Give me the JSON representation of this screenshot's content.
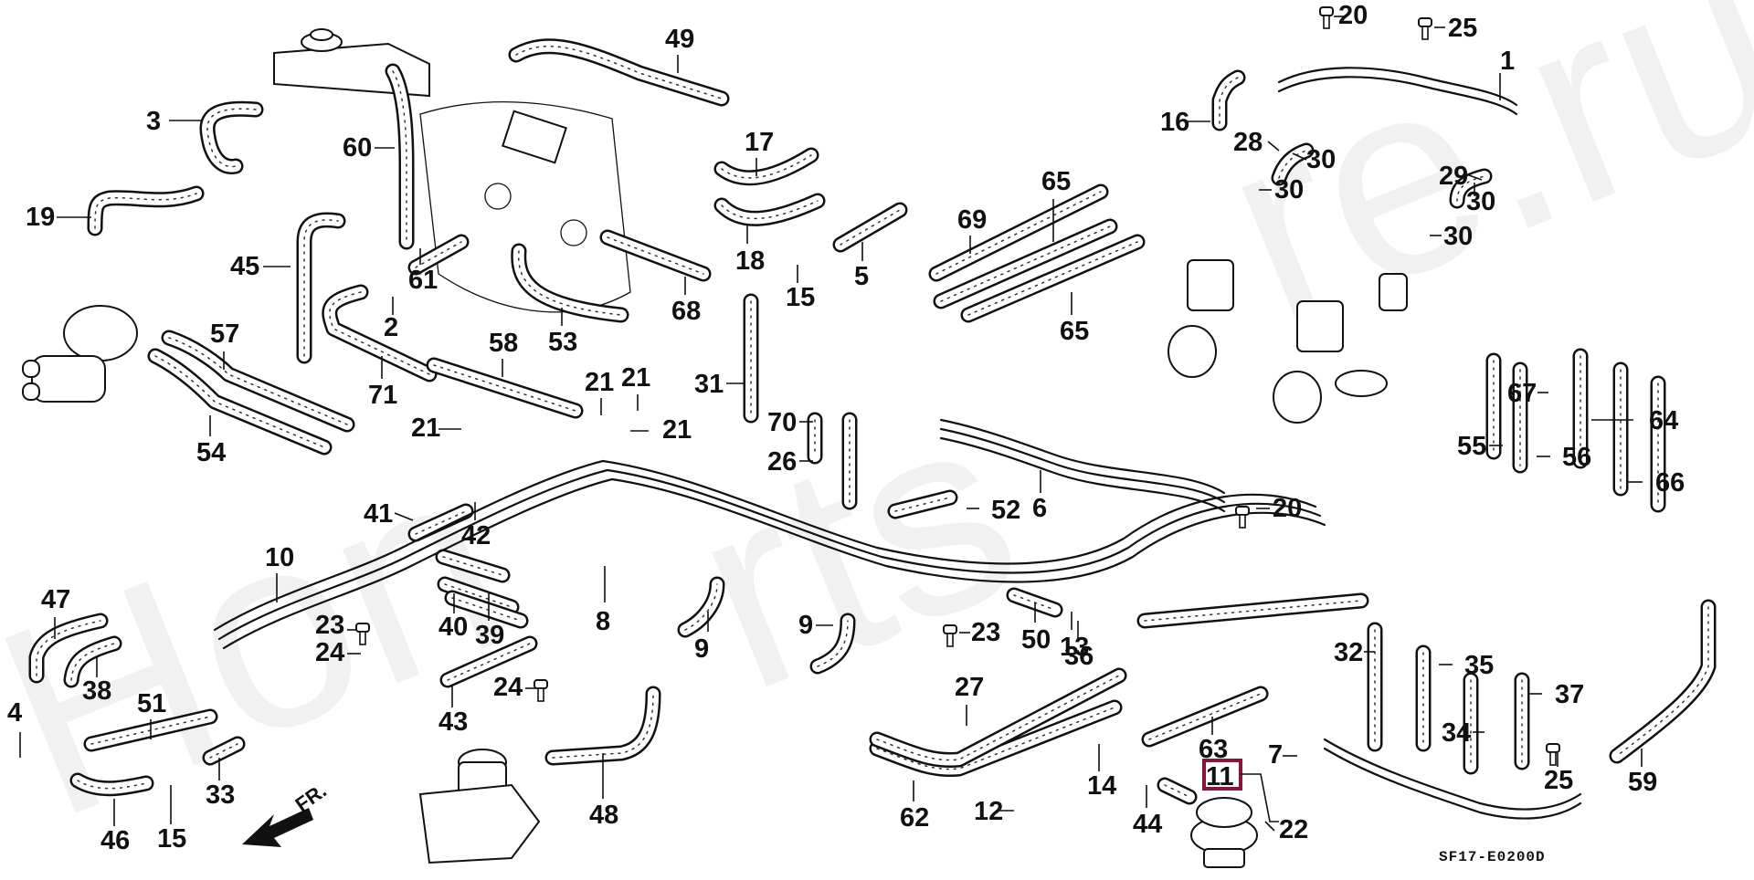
{
  "diagram": {
    "type": "parts-exploded-view",
    "drawing_code": "SF17-E0200D",
    "direction_indicator": "FR.",
    "watermark_fragments": [
      "Hon",
      "rts",
      "re.ru"
    ],
    "highlight_color": "#8b1538",
    "highlighted_part": "11",
    "callouts": [
      {
        "id": "1",
        "label": "1"
      },
      {
        "id": "2",
        "label": "2"
      },
      {
        "id": "3",
        "label": "3"
      },
      {
        "id": "4",
        "label": "4"
      },
      {
        "id": "5",
        "label": "5"
      },
      {
        "id": "6",
        "label": "6"
      },
      {
        "id": "7",
        "label": "7"
      },
      {
        "id": "8",
        "label": "8"
      },
      {
        "id": "9a",
        "label": "9"
      },
      {
        "id": "9b",
        "label": "9"
      },
      {
        "id": "10",
        "label": "10"
      },
      {
        "id": "11",
        "label": "11"
      },
      {
        "id": "12",
        "label": "12"
      },
      {
        "id": "13",
        "label": "13"
      },
      {
        "id": "14",
        "label": "14"
      },
      {
        "id": "15a",
        "label": "15"
      },
      {
        "id": "15b",
        "label": "15"
      },
      {
        "id": "16",
        "label": "16"
      },
      {
        "id": "17",
        "label": "17"
      },
      {
        "id": "18",
        "label": "18"
      },
      {
        "id": "19",
        "label": "19"
      },
      {
        "id": "20a",
        "label": "20"
      },
      {
        "id": "20b",
        "label": "20"
      },
      {
        "id": "21a",
        "label": "21"
      },
      {
        "id": "21b",
        "label": "21"
      },
      {
        "id": "21c",
        "label": "21"
      },
      {
        "id": "21d",
        "label": "21"
      },
      {
        "id": "22",
        "label": "22"
      },
      {
        "id": "23a",
        "label": "23"
      },
      {
        "id": "23b",
        "label": "23"
      },
      {
        "id": "24a",
        "label": "24"
      },
      {
        "id": "24b",
        "label": "24"
      },
      {
        "id": "25a",
        "label": "25"
      },
      {
        "id": "25b",
        "label": "25"
      },
      {
        "id": "26",
        "label": "26"
      },
      {
        "id": "27",
        "label": "27"
      },
      {
        "id": "28",
        "label": "28"
      },
      {
        "id": "29",
        "label": "29"
      },
      {
        "id": "30a",
        "label": "30"
      },
      {
        "id": "30b",
        "label": "30"
      },
      {
        "id": "30c",
        "label": "30"
      },
      {
        "id": "30d",
        "label": "30"
      },
      {
        "id": "31",
        "label": "31"
      },
      {
        "id": "32",
        "label": "32"
      },
      {
        "id": "33",
        "label": "33"
      },
      {
        "id": "34",
        "label": "34"
      },
      {
        "id": "35",
        "label": "35"
      },
      {
        "id": "36",
        "label": "36"
      },
      {
        "id": "37",
        "label": "37"
      },
      {
        "id": "38",
        "label": "38"
      },
      {
        "id": "39",
        "label": "39"
      },
      {
        "id": "40",
        "label": "40"
      },
      {
        "id": "41",
        "label": "41"
      },
      {
        "id": "42",
        "label": "42"
      },
      {
        "id": "43",
        "label": "43"
      },
      {
        "id": "44",
        "label": "44"
      },
      {
        "id": "45",
        "label": "45"
      },
      {
        "id": "46",
        "label": "46"
      },
      {
        "id": "47",
        "label": "47"
      },
      {
        "id": "48",
        "label": "48"
      },
      {
        "id": "49",
        "label": "49"
      },
      {
        "id": "50",
        "label": "50"
      },
      {
        "id": "51",
        "label": "51"
      },
      {
        "id": "52",
        "label": "52"
      },
      {
        "id": "53",
        "label": "53"
      },
      {
        "id": "54",
        "label": "54"
      },
      {
        "id": "55",
        "label": "55"
      },
      {
        "id": "56",
        "label": "56"
      },
      {
        "id": "57",
        "label": "57"
      },
      {
        "id": "58",
        "label": "58"
      },
      {
        "id": "59",
        "label": "59"
      },
      {
        "id": "60",
        "label": "60"
      },
      {
        "id": "61",
        "label": "61"
      },
      {
        "id": "62",
        "label": "62"
      },
      {
        "id": "63",
        "label": "63"
      },
      {
        "id": "64",
        "label": "64"
      },
      {
        "id": "65a",
        "label": "65"
      },
      {
        "id": "65b",
        "label": "65"
      },
      {
        "id": "66",
        "label": "66"
      },
      {
        "id": "67",
        "label": "67"
      },
      {
        "id": "68",
        "label": "68"
      },
      {
        "id": "69",
        "label": "69"
      },
      {
        "id": "70",
        "label": "70"
      },
      {
        "id": "71",
        "label": "71"
      }
    ]
  }
}
